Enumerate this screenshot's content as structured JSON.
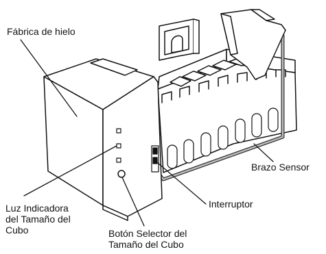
{
  "labels": {
    "ice_maker": "Fábrica de hielo",
    "sensor_arm": "Brazo Sensor",
    "switch": "Interruptor",
    "indicator_light": [
      "Luz Indicadora",
      "del Tamaño del",
      "Cubo"
    ],
    "selector_button": [
      "Botón Selector del",
      "Tamaño del Cubo"
    ]
  },
  "colors": {
    "line": "#111111",
    "fill": "#ffffff",
    "sensor_arm_outer": "#333333",
    "sensor_arm_inner": "#bfbfbf"
  }
}
